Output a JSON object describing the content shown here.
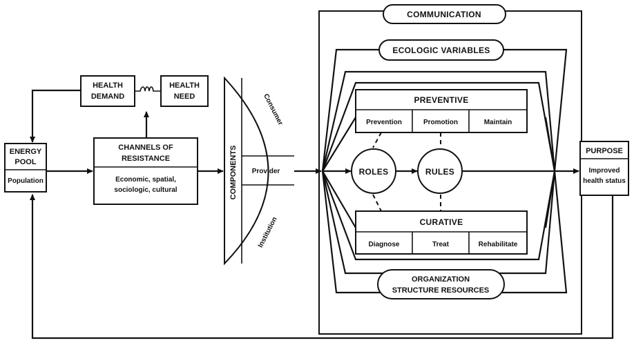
{
  "energy_pool": {
    "title_line1": "ENERGY",
    "title_line2": "POOL",
    "sub": "Population"
  },
  "health": {
    "demand_line1": "HEALTH",
    "demand_line2": "DEMAND",
    "need_line1": "HEALTH",
    "need_line2": "NEED"
  },
  "channels": {
    "title_line1": "CHANNELS OF",
    "title_line2": "RESISTANCE",
    "desc_line1": "Economic, spatial,",
    "desc_line2": "sociologic, cultural"
  },
  "components": {
    "label": "COMPONENTS",
    "consumer": "Consumer",
    "provider": "Provider",
    "institution": "Institution"
  },
  "system": {
    "communication": "COMMUNICATION",
    "ecologic": "ECOLOGIC VARIABLES",
    "preventive": {
      "title": "PREVENTIVE",
      "cells": [
        "Prevention",
        "Promotion",
        "Maintain"
      ]
    },
    "roles": "ROLES",
    "rules": "RULES",
    "curative": {
      "title": "CURATIVE",
      "cells": [
        "Diagnose",
        "Treat",
        "Rehabilitate"
      ]
    },
    "organization_line1": "ORGANIZATION",
    "organization_line2": "STRUCTURE RESOURCES"
  },
  "purpose": {
    "title": "PURPOSE",
    "sub_line1": "Improved",
    "sub_line2": "health status"
  }
}
